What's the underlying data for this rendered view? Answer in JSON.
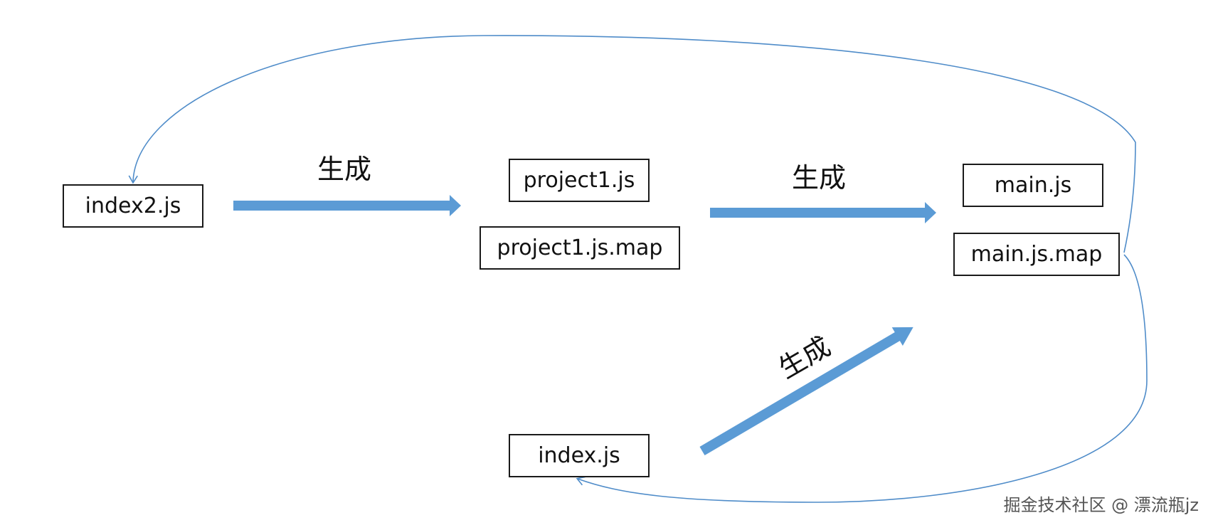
{
  "nodes": {
    "index2": "index2.js",
    "project1_js": "project1.js",
    "project1_map": "project1.js.map",
    "main_js": "main.js",
    "main_map": "main.js.map",
    "index_js": "index.js"
  },
  "edge_labels": {
    "first": "生成",
    "second": "生成",
    "third": "生成"
  },
  "watermark": "掘金技术社区 @ 漂流瓶jz",
  "colors": {
    "arrow_fill": "#5b9bd5",
    "curve_stroke": "#4f8cc9",
    "box_border": "#1a1a1a"
  }
}
